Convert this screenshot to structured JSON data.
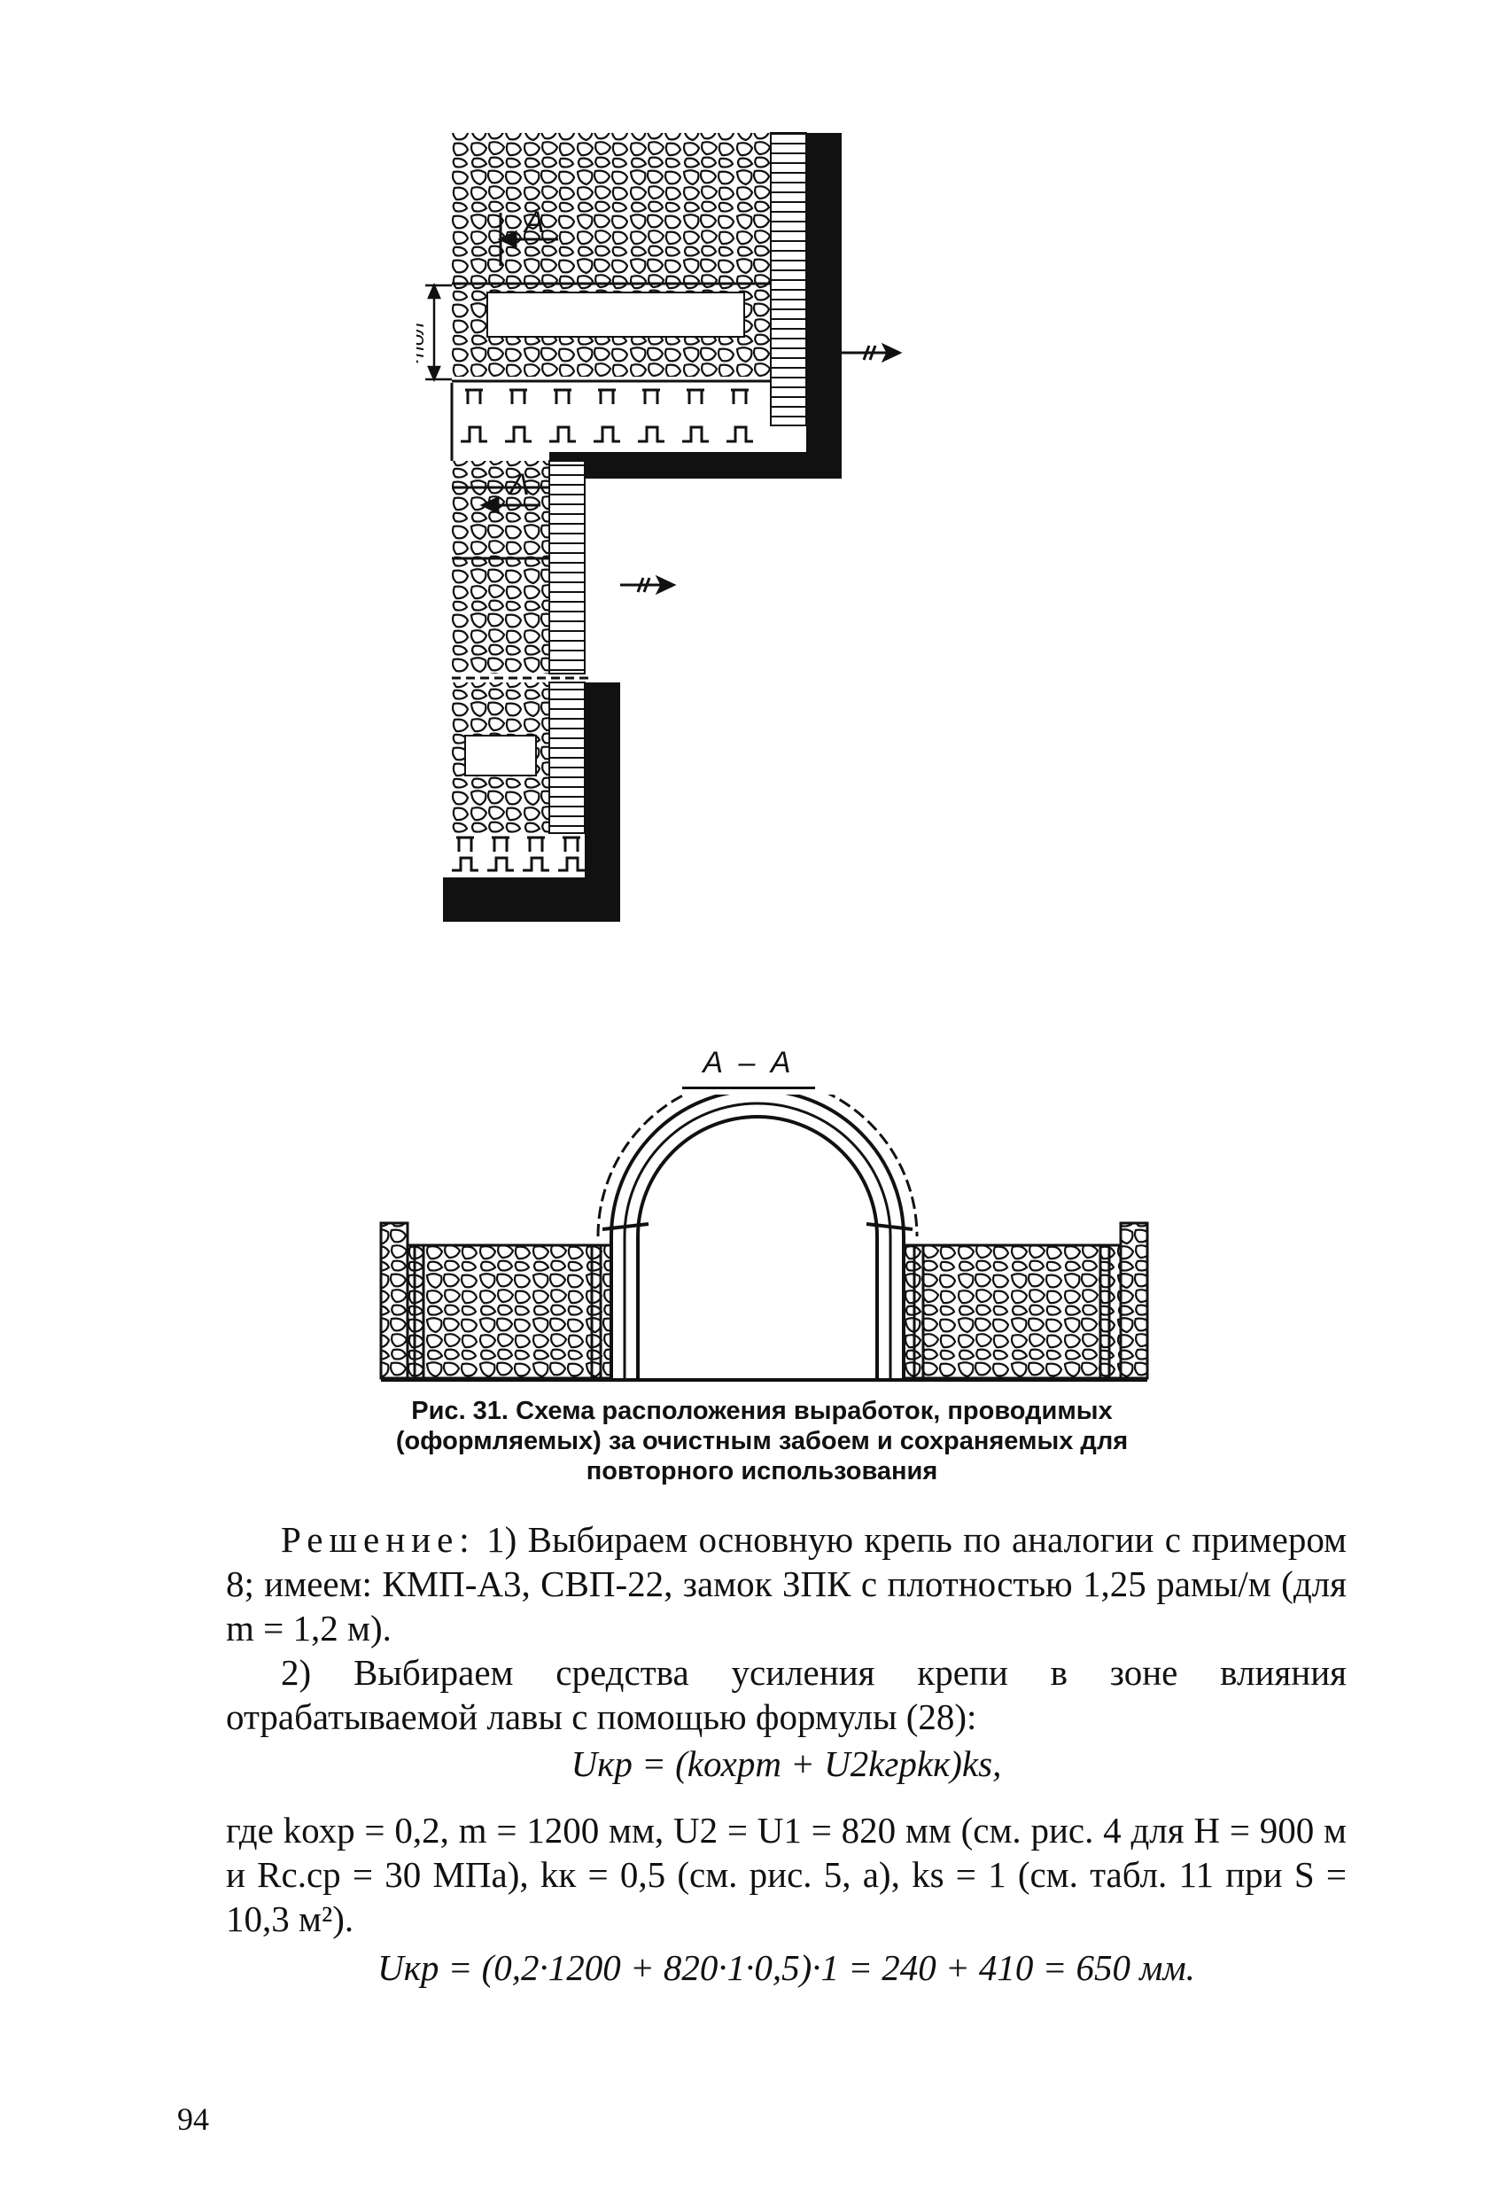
{
  "figure": {
    "plan_labels": {
      "cut_upper": "A",
      "cut_lower": "A",
      "l_pol": "l",
      "l_pol_sub": "пол"
    },
    "section_label": "А – А",
    "caption": {
      "number": "Рис. 31.",
      "text": "Схема расположения выработок, проводимых (оформляемых) за очистным забоем и сохраняемых для повторного использования"
    }
  },
  "solution": {
    "heading": "Решение:",
    "para1_rest": " 1) Выбираем основную крепь по аналогии с примером 8; имеем: КМП-А3, СВП-22, замок ЗПК с плотностью 1,25 рамы/м (для m = 1,2 м).",
    "para2": "2) Выбираем средства усиления крепи в зоне влияния отрабатываемой лавы с помощью формулы (28):",
    "formula1": "Uкр = (kохрm + U2kгрkк)ks,",
    "para3": "где kохр = 0,2, m = 1200 мм, U2 = U1 = 820 мм (см. рис. 4 для H = 900 м и Rс.ср = 30 МПа), kк = 0,5 (см. рис. 5, а), ks = 1 (см. табл. 11 при S = 10,3 м²).",
    "formula2": "Uкр = (0,2·1200 + 820·1·0,5)·1 = 240 + 410 = 650 мм."
  },
  "page_number": "94"
}
